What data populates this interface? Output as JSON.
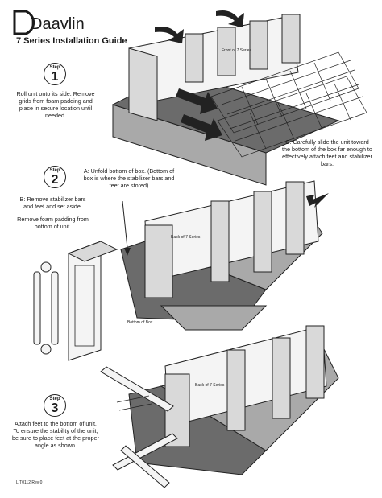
{
  "header": {
    "logo_text": "Daavlin",
    "subtitle": "7 Series Installation Guide"
  },
  "step1": {
    "label": "Step",
    "number": "1",
    "text": "Roll unit onto its side. Remove grids from foam padding and place in secure location until needed."
  },
  "step2": {
    "label": "Step",
    "number": "2",
    "note_a": "A: Unfold bottom of box. (Bottom of box is where the stabilizer bars and feet are stored)",
    "note_b": "B: Remove stabilizer bars and feet and set aside.",
    "note_b2": "Remove foam padding from bottom of unit.",
    "note_c": "C: Carefully slide the unit toward the bottom of the box far enough to effectively attach feet and stabilizer bars."
  },
  "step3": {
    "label": "Step",
    "number": "3",
    "text": "Attach feet to the bottom of unit. To ensure the stability of the unit, be sure to place feet at the proper angle as shown."
  },
  "diagram_labels": {
    "front": "Front of 7 Series",
    "back1": "Back of 7 Series",
    "bottom_box": "Bottom of Box",
    "back2": "Back of 7 Series"
  },
  "footer": {
    "doc_id": "LIT0112 Rev 0"
  },
  "colors": {
    "ink": "#1a1a1a",
    "gray_dark": "#6b6b6b",
    "gray_mid": "#a9a9a9",
    "gray_light": "#d9d9d9"
  }
}
